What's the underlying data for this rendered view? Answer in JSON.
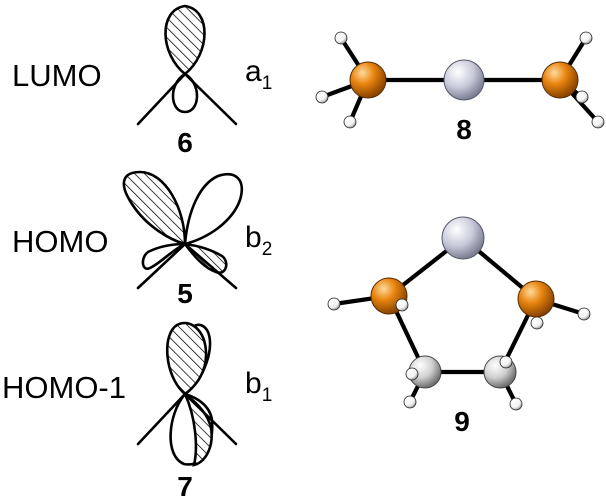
{
  "orbitals": [
    {
      "label": "LUMO",
      "symmetry": "a",
      "symmetry_sub": "1",
      "compound": "6"
    },
    {
      "label": "HOMO",
      "symmetry": "b",
      "symmetry_sub": "2",
      "compound": "5"
    },
    {
      "label": "HOMO-1",
      "symmetry": "b",
      "symmetry_sub": "1",
      "compound": "7"
    }
  ],
  "structures": [
    {
      "compound": "8",
      "geometry": "linear"
    },
    {
      "compound": "9",
      "geometry": "five-membered ring"
    }
  ],
  "colors": {
    "phosphorus": "#e8860f",
    "metal": "#c9cadb",
    "carbon": "#cfcfcf",
    "hydrogen": "#ffffff",
    "bond": "#000000"
  }
}
